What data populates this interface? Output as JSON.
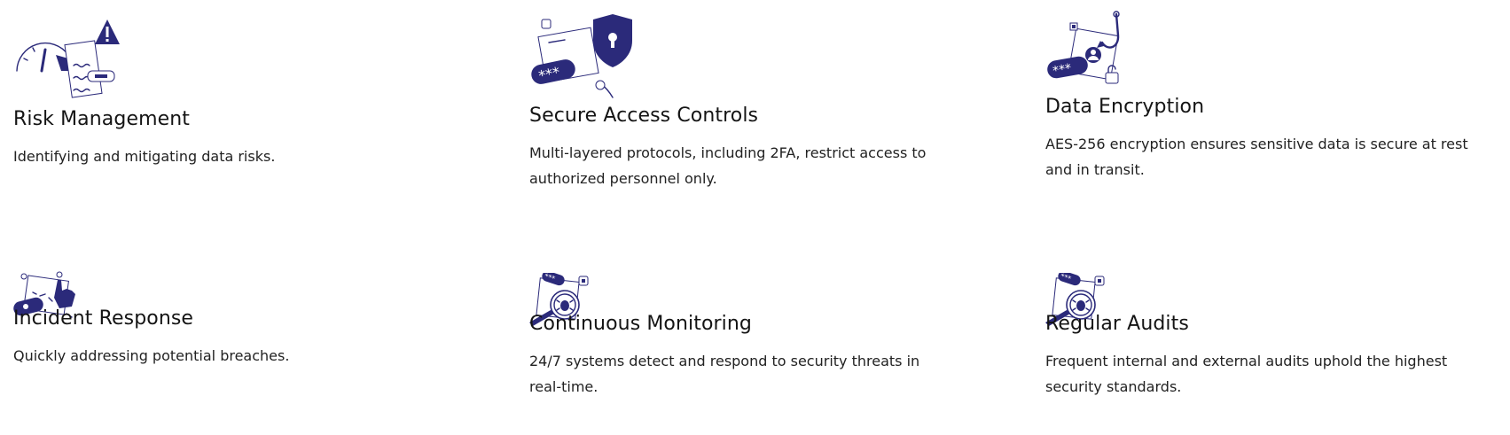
{
  "features": [
    {
      "icon": "risk-gauge-warning-icon",
      "title": "Risk Management",
      "description": "Identifying and mitigating data risks."
    },
    {
      "icon": "shield-lock-password-icon",
      "title": "Secure Access Controls",
      "description": "Multi-layered protocols, including 2FA, restrict access to authorized personnel only."
    },
    {
      "icon": "encryption-phishing-hook-icon",
      "title": "Data Encryption",
      "description": "AES-256 encryption ensures sensitive data is secure at rest and in transit."
    },
    {
      "icon": "incident-click-icon",
      "title": "Incident Response",
      "description": "Quickly addressing potential breaches."
    },
    {
      "icon": "monitoring-bug-magnifier-icon",
      "title": "Continuous Monitoring",
      "description": "24/7 systems detect and respond to security threats in real-time."
    },
    {
      "icon": "audit-bug-magnifier-icon",
      "title": "Regular Audits",
      "description": "Frequent internal and external audits uphold the highest security standards."
    }
  ],
  "colors": {
    "accent": "#2b2a7a",
    "text": "#141414"
  }
}
